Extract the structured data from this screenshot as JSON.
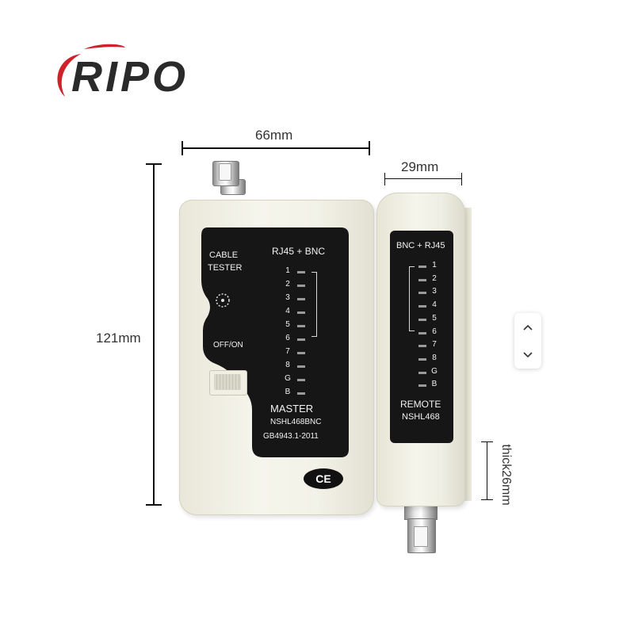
{
  "logo": {
    "text": "RIPO",
    "accent_color": "#d0202a"
  },
  "dimensions": {
    "width_master": "66mm",
    "width_remote": "29mm",
    "height": "121mm",
    "thickness": "thick26mm"
  },
  "master": {
    "label_line1": "CABLE",
    "label_line2": "TESTER",
    "connector_title": "RJ45 + BNC",
    "switch_label": "OFF/ON",
    "pins": [
      "1",
      "2",
      "3",
      "4",
      "5",
      "6",
      "7",
      "8",
      "G",
      "B"
    ],
    "name": "MASTER",
    "model": "NSHL468BNC",
    "standard": "GB4943.1-2011",
    "certification": "CE"
  },
  "remote": {
    "connector_title": "BNC + RJ45",
    "pins": [
      "1",
      "2",
      "3",
      "4",
      "5",
      "6",
      "7",
      "8",
      "G",
      "B"
    ],
    "name": "REMOTE",
    "model": "NSHL468"
  },
  "carousel": {
    "up_icon": "chevron-up-icon",
    "down_icon": "chevron-down-icon"
  },
  "colors": {
    "device_body": "#f3f2e8",
    "panel": "#161616"
  }
}
